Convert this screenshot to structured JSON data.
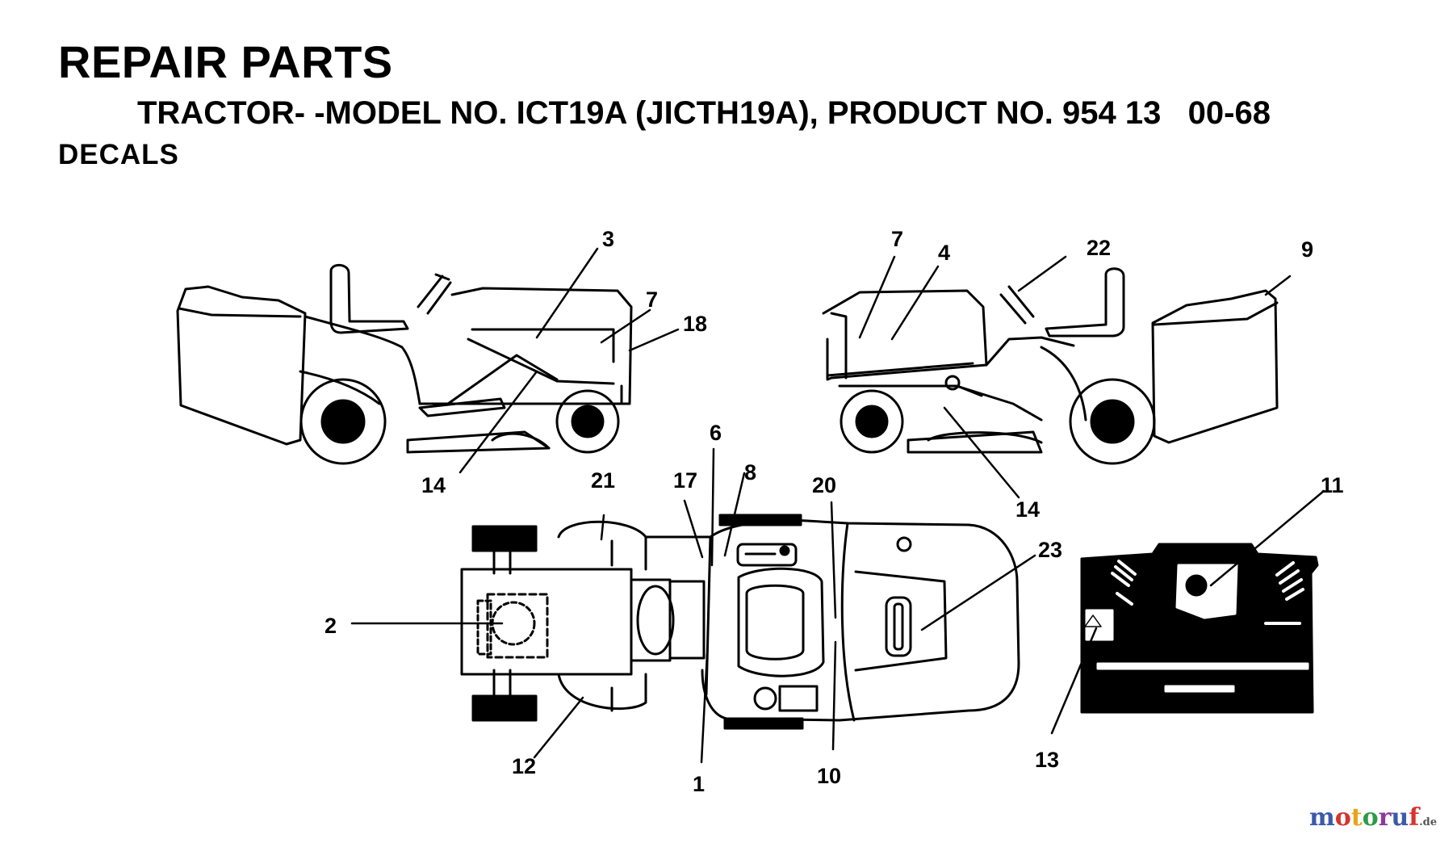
{
  "header": {
    "title": "REPAIR PARTS",
    "subtitle": "TRACTOR- -MODEL NO. ICT19A (JICTH19A), PRODUCT NO. 954 13   00-68",
    "section": "DECALS"
  },
  "callouts": {
    "c1": "1",
    "c2": "2",
    "c3": "3",
    "c4": "4",
    "c6": "6",
    "c7a": "7",
    "c7b": "7",
    "c8": "8",
    "c9": "9",
    "c10": "10",
    "c11": "11",
    "c12": "12",
    "c13": "13",
    "c14a": "14",
    "c14b": "14",
    "c17": "17",
    "c18": "18",
    "c20": "20",
    "c21": "21",
    "c22": "22",
    "c23": "23"
  },
  "watermark": {
    "letters": [
      "m",
      "o",
      "t",
      "o",
      "r",
      "u",
      "f"
    ],
    "tld": ".de"
  },
  "colors": {
    "ink": "#000000",
    "paper": "#ffffff"
  }
}
